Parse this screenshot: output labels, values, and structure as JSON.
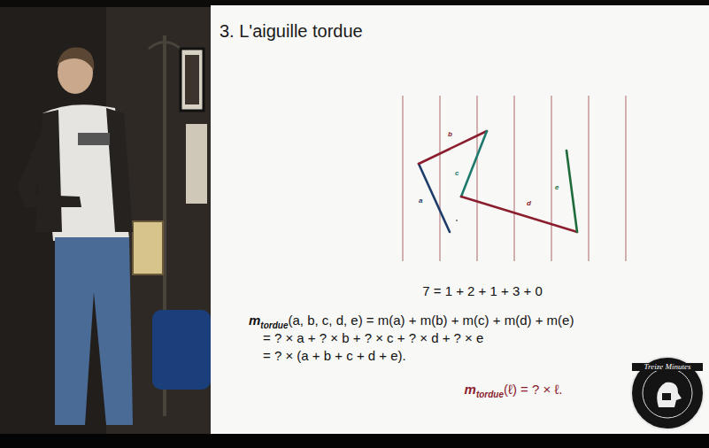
{
  "diagram": {
    "title": "3. L'aiguille tordue",
    "nodes": [
      {
        "text": [
          "Treize Minutes"
        ]
      }
    ],
    "labels": [
      "b",
      "a",
      "c",
      "d",
      "e",
      "7 = 1 + 2 + 1 + 3 + 0",
      "m",
      "tordue",
      "(a, b, c, d, e) = m(a) + m(b) + m(c) + m(d) + m(e)",
      "= ? × a + ? × b + ? × c + ? × d + ? × e",
      "= ? × (a + b + c + d + e).",
      "m",
      "tordue",
      "(ℓ) = ? × ℓ."
    ]
  }
}
